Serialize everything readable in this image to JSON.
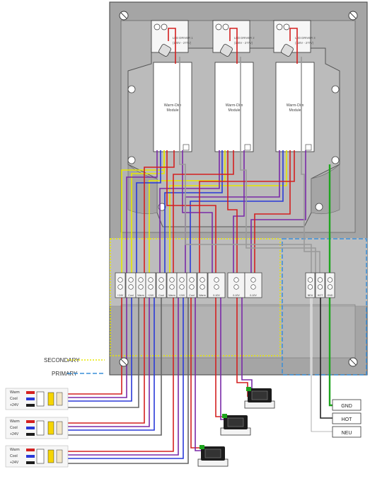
{
  "drivers": [
    {
      "name": "LED DRIVER 1",
      "rating": "(120V - 277V)"
    },
    {
      "name": "LED DRIVER 2",
      "rating": "(120V - 277V)"
    },
    {
      "name": "LED DRIVER 3",
      "rating": "(120V - 277V)"
    }
  ],
  "modules": [
    {
      "line1": "Warm-Dim",
      "line2": "Module"
    },
    {
      "line1": "Warm-Dim",
      "line2": "Module"
    },
    {
      "line1": "Warm-Dim",
      "line2": "Module"
    }
  ],
  "secondary_terminals": [
    "+24V",
    "Cool",
    "Warm",
    "+24V",
    "Cool",
    "Warm",
    "+24V",
    "Cool",
    "Warm",
    "0-10V",
    "0-10V",
    "0-10V"
  ],
  "primary_terminals": [
    "NEU",
    "HOT",
    "GND"
  ],
  "legend": {
    "secondary": "SECONDARY",
    "primary": "PRIMARY"
  },
  "strips": [
    {
      "warm": "Warm",
      "cool": "Cool",
      "v24": "+24V"
    },
    {
      "warm": "Warm",
      "cool": "Cool",
      "v24": "+24V"
    },
    {
      "warm": "Warm",
      "cool": "Cool",
      "v24": "+24V"
    }
  ],
  "mains": {
    "gnd": "GND",
    "hot": "HOT",
    "neu": "NEU"
  },
  "colors": {
    "secondary_zone": "#e8e800",
    "primary_zone": "#3a8fd8",
    "wire_red": "#d42020",
    "wire_purple": "#7a2aa8",
    "wire_blue": "#2a3ad8",
    "wire_yellow": "#e8e800",
    "wire_green": "#1ea51e",
    "wire_gray": "#9a9a9a",
    "enclosure": "#a9a9a9"
  }
}
